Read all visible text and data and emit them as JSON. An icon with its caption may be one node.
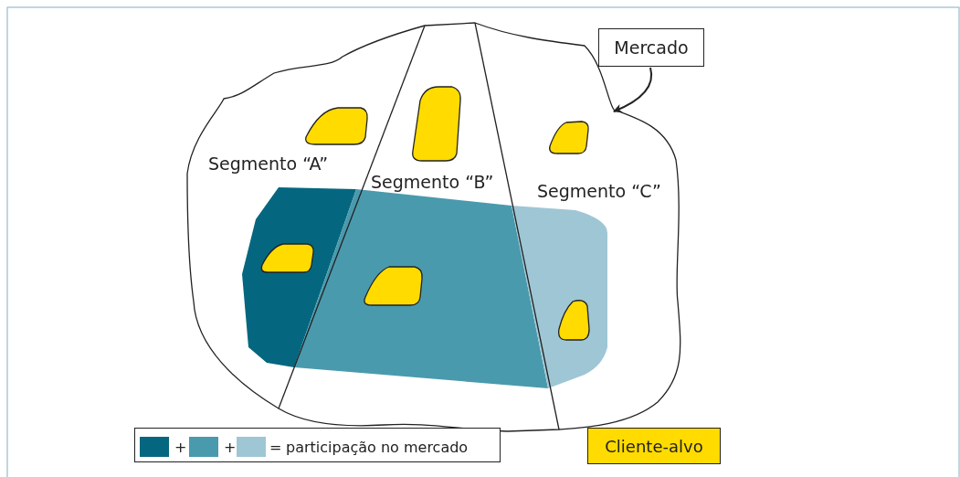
{
  "diagram": {
    "nodes": [
      {
        "text": [
          "Mercado"
        ]
      },
      {
        "text": [],
        "shape": "cloud"
      }
    ],
    "edges": [
      {
        "from": 0,
        "to": 1,
        "arrow": "to"
      }
    ],
    "labels": [
      "Segmento “A”",
      "Segmento “B”",
      "Segmento “C”",
      "participação no mercado"
    ],
    "legend": [
      {
        "text": "+",
        "color": "#05677f"
      },
      {
        "text": "+",
        "color": "#4a9aad"
      },
      {
        "text": "=",
        "color": "#9fc6d4"
      },
      {
        "text": "Cliente-alvo",
        "color": "#ffdb00"
      }
    ]
  }
}
